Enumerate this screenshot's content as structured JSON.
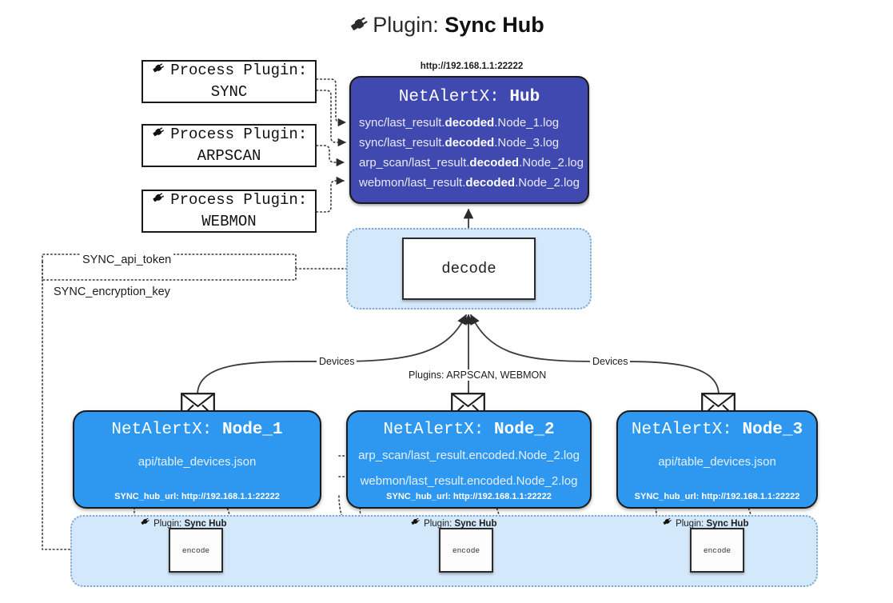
{
  "title": {
    "icon": "plug-icon",
    "prefix": "Plugin:",
    "name": "Sync Hub"
  },
  "process_plugins": [
    {
      "icon": "plug-icon",
      "line1": "Process Plugin:",
      "line2": "SYNC"
    },
    {
      "icon": "plug-icon",
      "line1": "Process Plugin:",
      "line2": "ARPSCAN"
    },
    {
      "icon": "plug-icon",
      "line1": "Process Plugin:",
      "line2": "WEBMON"
    }
  ],
  "hub": {
    "url": "http://192.168.1.1:22222",
    "header_prefix": "NetAlertX:",
    "header_name": "Hub",
    "logs": [
      {
        "pre": "sync/last_result.",
        "em": "decoded",
        "post": ".Node_1.log"
      },
      {
        "pre": "sync/last_result.",
        "em": "decoded",
        "post": ".Node_3.log"
      },
      {
        "pre": "arp_scan/last_result.",
        "em": "decoded",
        "post": ".Node_2.log"
      },
      {
        "pre": "webmon/last_result.",
        "em": "decoded",
        "post": ".Node_2.log"
      }
    ]
  },
  "decode": {
    "label": "decode"
  },
  "secrets": {
    "api_token": "SYNC_api_token",
    "encryption_key": "SYNC_encryption_key"
  },
  "edge_labels": {
    "devices_left": "Devices",
    "devices_right": "Devices",
    "plugins_center": "Plugins: ARPSCAN, WEBMON"
  },
  "nodes": [
    {
      "id": "node1",
      "header_prefix": "NetAlertX:",
      "header_name": "Node_1",
      "lines": [
        "api/table_devices.json"
      ],
      "hub_url_label": "SYNC_hub_url:",
      "hub_url_value": "http://192.168.1.1:22222",
      "envelope_icon": "envelope-icon"
    },
    {
      "id": "node2",
      "header_prefix": "NetAlertX:",
      "header_name": "Node_2",
      "lines": [
        "arp_scan/last_result.encoded.Node_2.log",
        "webmon/last_result.encoded.Node_2.log"
      ],
      "hub_url_label": "SYNC_hub_url:",
      "hub_url_value": "http://192.168.1.1:22222",
      "envelope_icon": "envelope-icon"
    },
    {
      "id": "node3",
      "header_prefix": "NetAlertX:",
      "header_name": "Node_3",
      "lines": [
        "api/table_devices.json"
      ],
      "hub_url_label": "SYNC_hub_url:",
      "hub_url_value": "http://192.168.1.1:22222",
      "envelope_icon": "envelope-icon"
    }
  ],
  "encoders": [
    {
      "caption_prefix": "Plugin:",
      "caption_name": "Sync Hub",
      "label": "encode",
      "icon": "plug-icon"
    },
    {
      "caption_prefix": "Plugin:",
      "caption_name": "Sync Hub",
      "label": "encode",
      "icon": "plug-icon"
    },
    {
      "caption_prefix": "Plugin:",
      "caption_name": "Sync Hub",
      "label": "encode",
      "icon": "plug-icon"
    }
  ],
  "colors": {
    "hub_fill": "#4049b0",
    "node_fill": "#2e97ef",
    "container_fill": "#d4e8fb",
    "container_border": "#7fa8c9",
    "stroke": "#1a1a1a"
  }
}
